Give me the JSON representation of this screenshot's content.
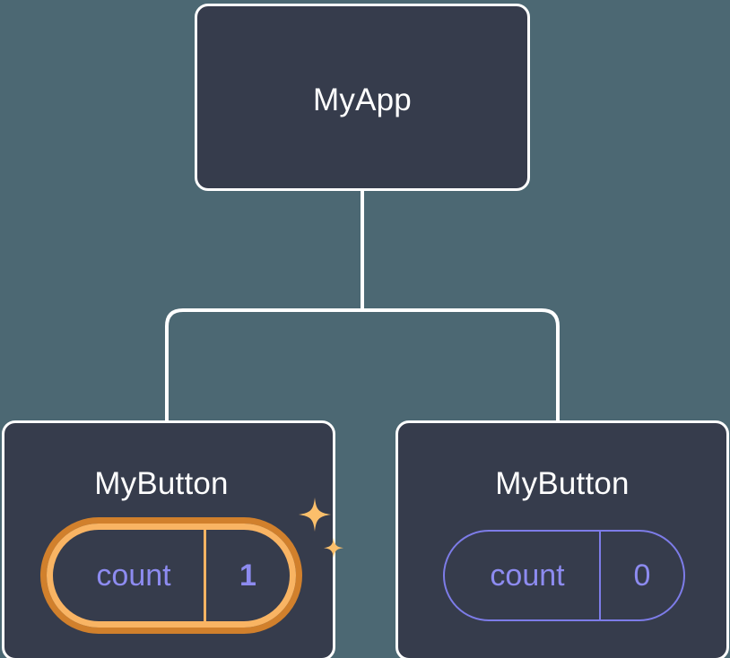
{
  "diagram": {
    "type": "component-tree",
    "title_text_color": "#ffffff",
    "background_color": "#4c6873",
    "card_fill_color": "#363c4c",
    "card_border_color": "#ffffff",
    "connector_color": "#ffffff",
    "accent_highlight_color": "#d1802c",
    "accent_highlight_inner_color": "#f9b463",
    "state_text_color": "#8d8bf0",
    "state_border_color": "#7d7ce8",
    "sparkle_color": "#fbbf6b"
  },
  "root": {
    "label": "MyApp"
  },
  "children": [
    {
      "label": "MyButton",
      "state": {
        "key": "count",
        "value": "1"
      },
      "highlighted": true,
      "sparkle_icons": [
        "sparkle-large-icon",
        "sparkle-small-icon"
      ]
    },
    {
      "label": "MyButton",
      "state": {
        "key": "count",
        "value": "0"
      },
      "highlighted": false
    }
  ]
}
